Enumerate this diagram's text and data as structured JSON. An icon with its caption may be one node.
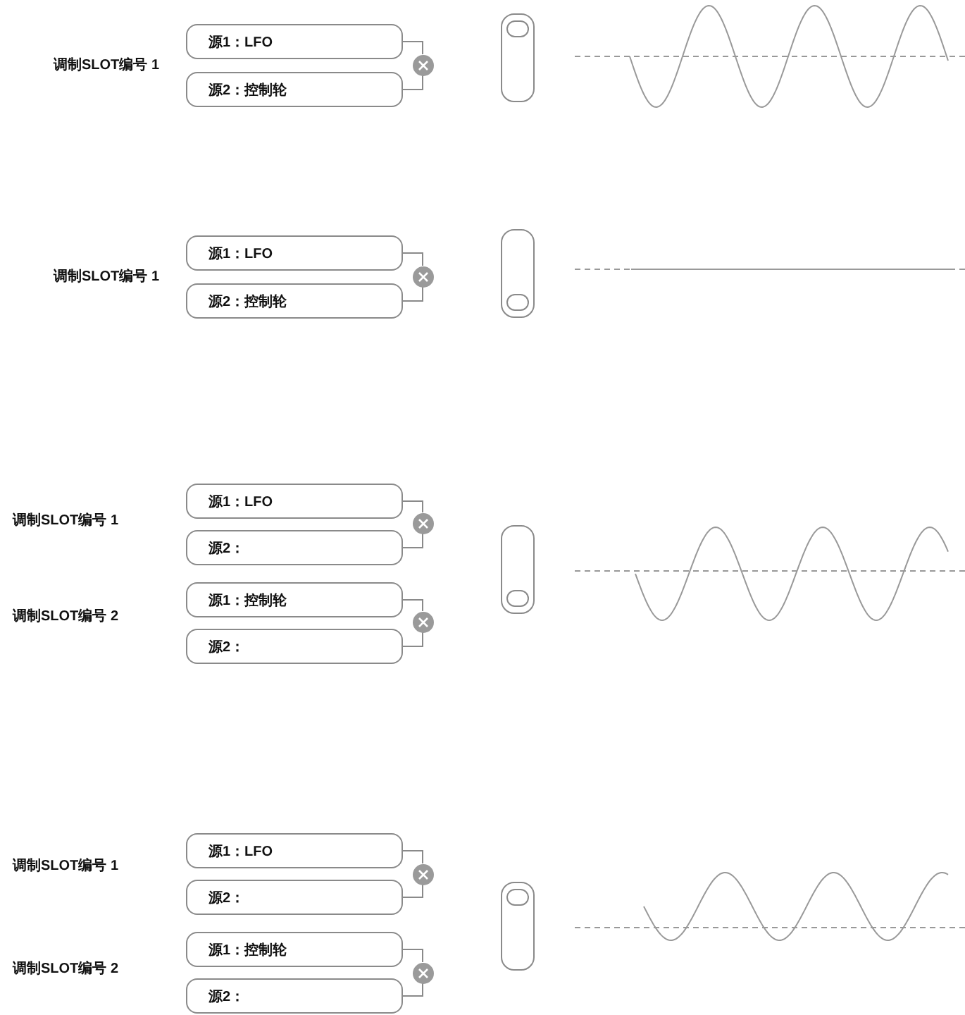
{
  "diagram": {
    "nodes": [
      {
        "text": [
          "源1：LFO"
        ]
      },
      {
        "text": [
          "源2：控制轮"
        ]
      },
      {
        "text": [],
        "shape": "circle"
      },
      {
        "text": [
          "源1：LFO"
        ]
      },
      {
        "text": [
          "源2：控制轮"
        ]
      },
      {
        "text": [],
        "shape": "circle"
      },
      {
        "text": [
          "源1：LFO"
        ]
      },
      {
        "text": [
          "源2："
        ]
      },
      {
        "text": [],
        "shape": "circle"
      },
      {
        "text": [
          "源1：控制轮"
        ]
      },
      {
        "text": [
          "源2："
        ]
      },
      {
        "text": [],
        "shape": "circle"
      },
      {
        "text": [
          "源1：LFO"
        ]
      },
      {
        "text": [
          "源2："
        ]
      },
      {
        "text": [],
        "shape": "circle"
      },
      {
        "text": [
          "源1：控制轮"
        ]
      },
      {
        "text": [
          "源2："
        ]
      },
      {
        "text": [],
        "shape": "circle"
      }
    ],
    "edges": [
      {
        "from": 0,
        "to": 2,
        "arrow": "none"
      },
      {
        "from": 1,
        "to": 2,
        "arrow": "none"
      },
      {
        "from": 3,
        "to": 5,
        "arrow": "none"
      },
      {
        "from": 4,
        "to": 5,
        "arrow": "none"
      },
      {
        "from": 6,
        "to": 8,
        "arrow": "none"
      },
      {
        "from": 7,
        "to": 8,
        "arrow": "none"
      },
      {
        "from": 9,
        "to": 11,
        "arrow": "none"
      },
      {
        "from": 10,
        "to": 11,
        "arrow": "none"
      },
      {
        "from": 12,
        "to": 14,
        "arrow": "none"
      },
      {
        "from": 13,
        "to": 14,
        "arrow": "none"
      },
      {
        "from": 15,
        "to": 17,
        "arrow": "none"
      },
      {
        "from": 16,
        "to": 17,
        "arrow": "none"
      }
    ],
    "labels": [
      "调制SLOT编号 1",
      "调制SLOT编号 1",
      "调制SLOT编号 1",
      "调制SLOT编号 2",
      "调制SLOT编号 1",
      "调制SLOT编号 2"
    ]
  }
}
